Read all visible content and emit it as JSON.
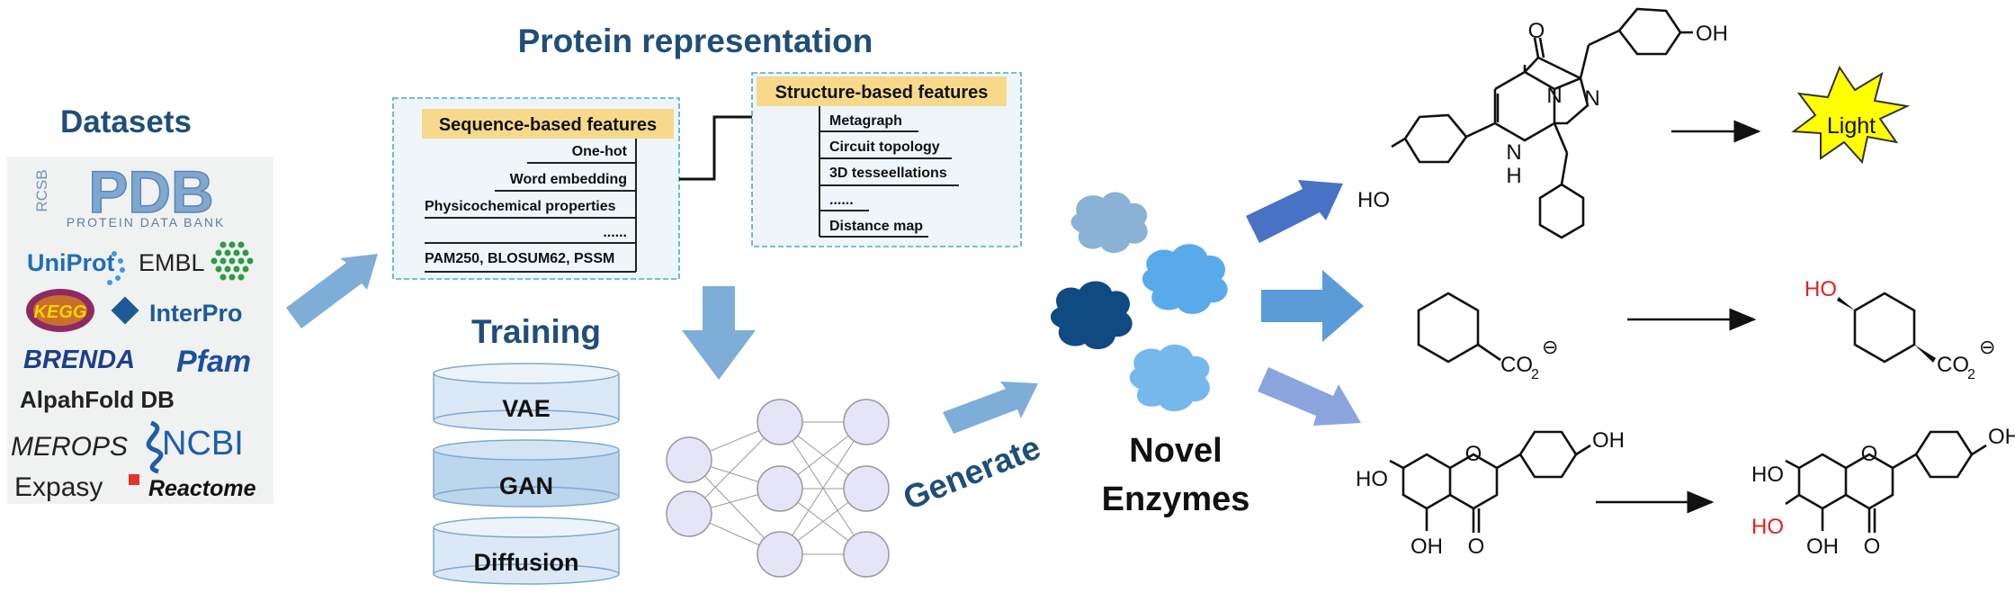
{
  "titles": {
    "datasets": "Datasets",
    "protein_representation": "Protein representation",
    "training": "Training",
    "generate": "Generate",
    "novel_line1": "Novel",
    "novel_line2": "Enzymes"
  },
  "datasets": {
    "pdb_side": "RCSB",
    "pdb": "PDB",
    "pdb_sub": "PROTEIN DATA BANK",
    "uniprot": "UniProt",
    "embl": "EMBL",
    "kegg": "KEGG",
    "interpro": "InterPro",
    "brenda": "BRENDA",
    "pfam": "Pfam",
    "alphafold": "AlpahFold DB",
    "merops": "MEROPS",
    "ncbi": "NCBI",
    "expasy": "Expasy",
    "reactome": "Reactome"
  },
  "sequence_features": {
    "header": "Sequence-based features",
    "items": [
      "One-hot",
      "Word embedding",
      "Physicochemical properties",
      "......",
      "PAM250, BLOSUM62, PSSM"
    ]
  },
  "structure_features": {
    "header": "Structure-based features",
    "items": [
      "Metagraph",
      "Circuit topology",
      "3D tesseellations",
      "......",
      "Distance map"
    ]
  },
  "models": [
    "VAE",
    "GAN",
    "Diffusion"
  ],
  "reactions": {
    "light": "Light",
    "ho": "HO",
    "oh": "OH",
    "o": "O",
    "n": "N",
    "h": "H",
    "co2": "CO",
    "sub2": "2",
    "minus": "⊖"
  },
  "colors": {
    "title": "#1f4e79",
    "feature_header": "#f7d98b",
    "panel_bg": "#eef6fb",
    "panel_border": "#4aa8d8",
    "arrow": "#7eaed7",
    "cylinder_light": "#dbe9f7",
    "cylinder_mid": "#bcd6ee",
    "red": "#e02020",
    "light_fill": "#ffff00"
  }
}
